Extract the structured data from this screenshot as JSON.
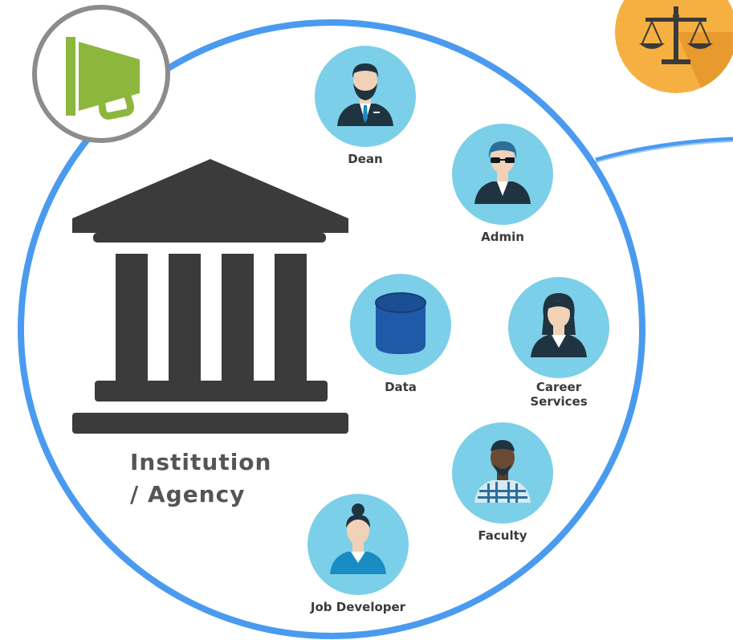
{
  "institution": {
    "label": "Institution\n/ Agency"
  },
  "roles": [
    {
      "id": "dean",
      "label": "Dean"
    },
    {
      "id": "admin",
      "label": "Admin"
    },
    {
      "id": "data",
      "label": "Data"
    },
    {
      "id": "career",
      "label": "Career\nServices"
    },
    {
      "id": "faculty",
      "label": "Faculty"
    },
    {
      "id": "jobdev",
      "label": "Job Developer"
    }
  ],
  "icons": {
    "megaphone": "megaphone-icon",
    "scale": "scale-of-justice-icon",
    "building": "institution-building-icon",
    "database": "database-icon"
  },
  "colors": {
    "circle_border": "#4A9BEF",
    "avatar_bg": "#7CCFE8",
    "megaphone_green": "#8DB63C",
    "scale_bg": "#F6B042",
    "building": "#3b3b3b",
    "database": "#1E5AA8"
  }
}
